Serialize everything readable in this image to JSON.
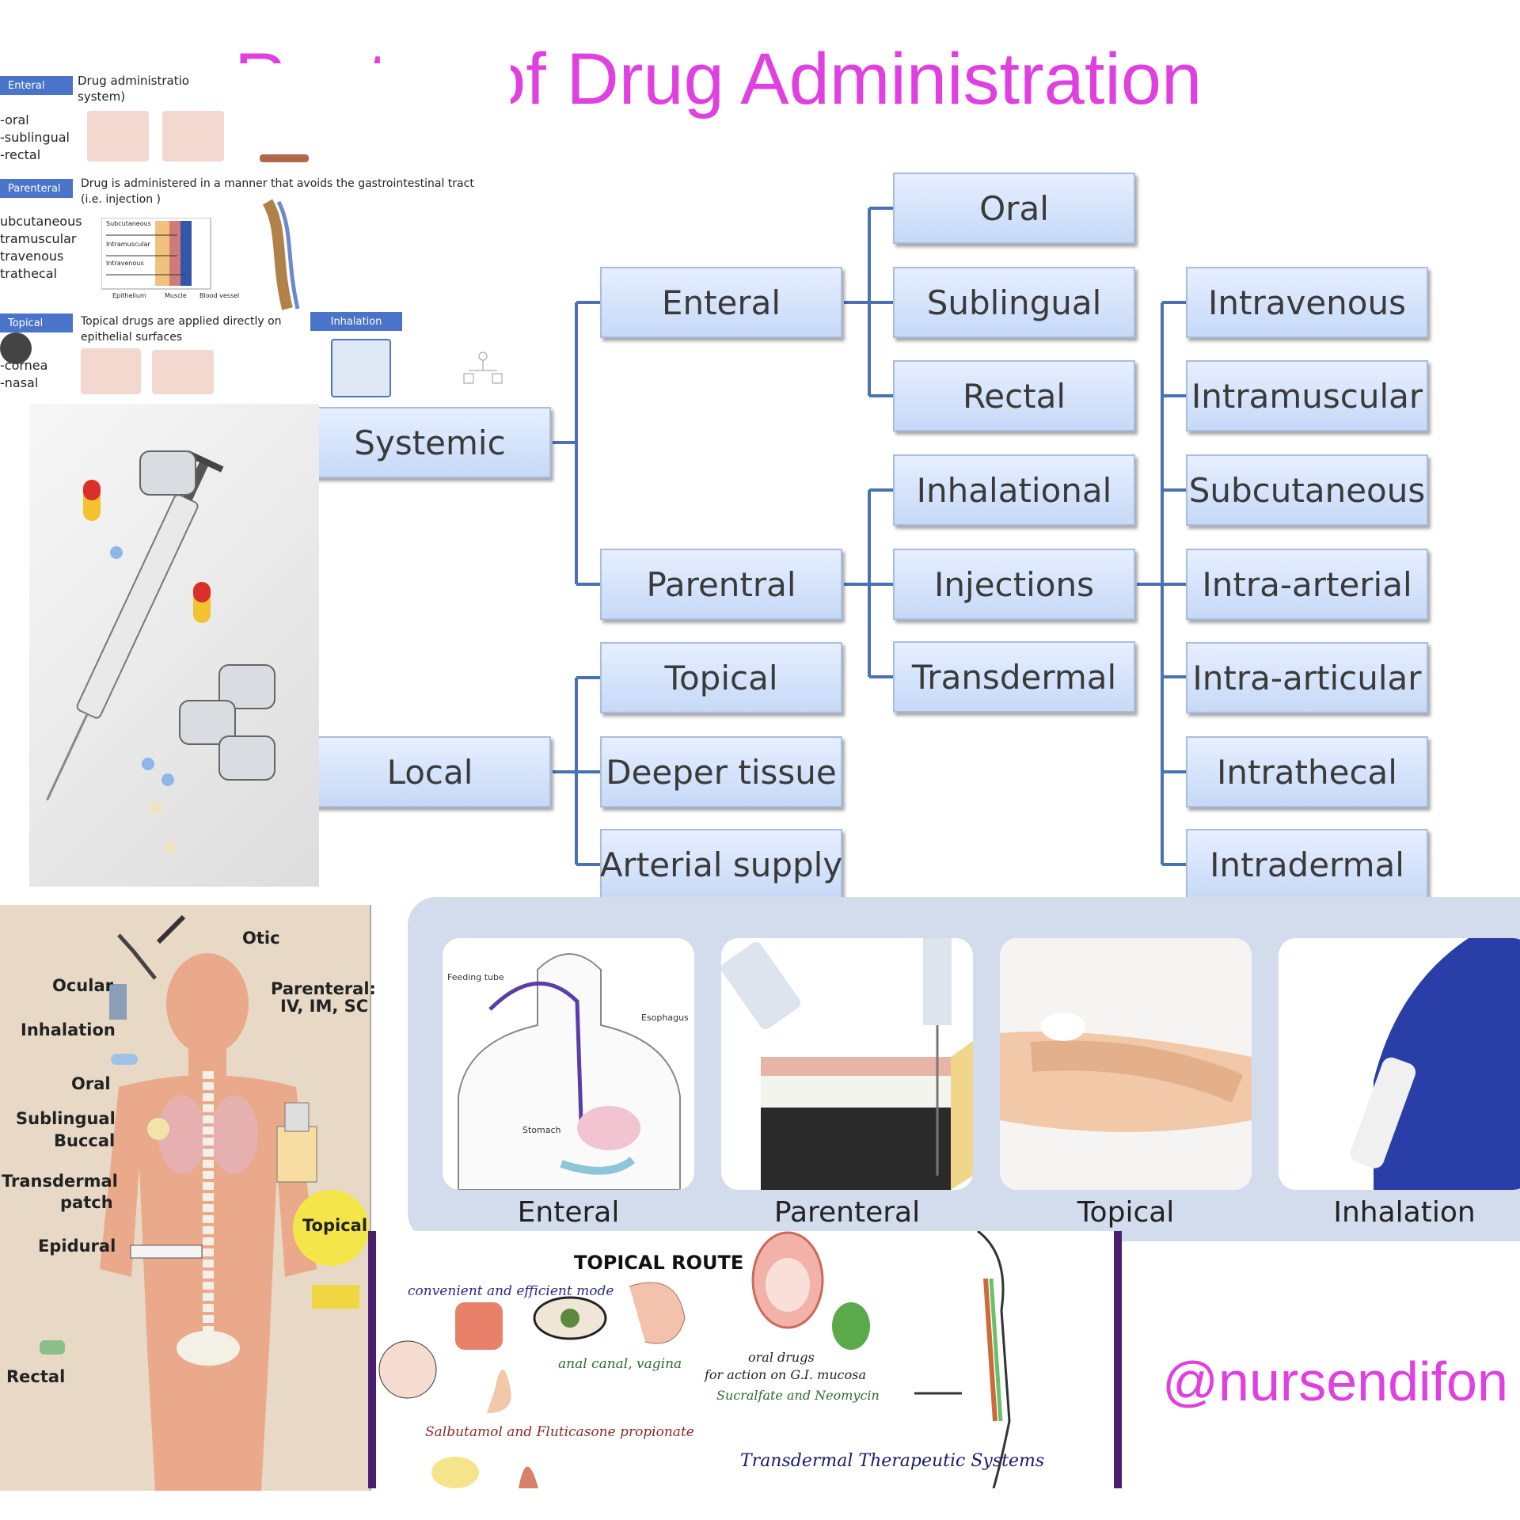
{
  "title": "Routes of Drug Administration",
  "handle": "@nursendifon",
  "tree": {
    "systemic": "Systemic",
    "local": "Local",
    "enteral": "Enteral",
    "parentral": "Parentral",
    "topical": "Topical",
    "deeper_tissue": "Deeper tissue",
    "arterial_supply": "Arterial supply",
    "oral": "Oral",
    "sublingual": "Sublingual",
    "rectal": "Rectal",
    "inhalational": "Inhalational",
    "injections": "Injections",
    "transdermal": "Transdermal",
    "intravenous": "Intravenous",
    "intramuscular": "Intramuscular",
    "subcutaneous": "Subcutaneous",
    "intra_arterial": "Intra-arterial",
    "intra_articular": "Intra-articular",
    "intrathecal": "Intrathecal",
    "intradermal": "Intradermal"
  },
  "slide": {
    "enteral_tag": "Enteral",
    "enteral_desc_1": "Drug administratio",
    "enteral_desc_2": "system)",
    "enteral_list": [
      "-oral",
      "-sublingual",
      "-rectal"
    ],
    "parenteral_tag": "Parenteral",
    "parenteral_desc_1": "Drug is administered in a manner that avoids the gastrointestinal tract",
    "parenteral_desc_2": "(i.e. injection )",
    "parenteral_list": [
      "ubcutaneous",
      "tramuscular",
      "travenous",
      "trathecal"
    ],
    "skin_labels": [
      "Subcutaneous",
      "Intramuscular",
      "Intravenous"
    ],
    "skin_bottom": [
      "Epithelium",
      "Muscle",
      "Blood vessel"
    ],
    "topical_tag": "Topical",
    "topical_desc_1": "Topical drugs are applied directly on",
    "topical_desc_2": "epithelial surfaces",
    "inhalation_tag": "Inhalation",
    "topical_list": [
      "-cornea",
      "-nasal"
    ]
  },
  "body_labels": {
    "otic": "Otic",
    "ocular": "Ocular",
    "inhalation": "Inhalation",
    "oral": "Oral",
    "sublingual": "Sublingual",
    "buccal": "Buccal",
    "transdermal": "Transdermal",
    "patch": "patch",
    "epidural": "Epidural",
    "rectal": "Rectal",
    "parenteral_1": "Parenteral:",
    "parenteral_2": "IV, IM, SC",
    "topical": "Topical"
  },
  "panel": {
    "captions": [
      "Enteral",
      "Parenteral",
      "Topical",
      "Inhalation"
    ],
    "feeding_tube": "Feeding tube",
    "esophagus": "Esophagus",
    "stomach": "Stomach"
  },
  "topical_route": {
    "heading": "TOPICAL ROUTE",
    "convenient": "convenient and efficient mode",
    "anal": "anal canal, vagina",
    "oral_drugs_1": "oral drugs",
    "oral_drugs_2": "for action on G.I. mucosa",
    "sucralfate": "Sucralfate and Neomycin",
    "salbutamol": "Salbutamol and Fluticasone propionate",
    "transdermal_sys": "Transdermal Therapeutic Systems"
  },
  "colors": {
    "title": "#e040e0",
    "tree_line": "#4a72b0",
    "node_top": "#e6efff",
    "node_bottom": "#c6d9f7",
    "panel_bg": "#d3dcec",
    "topical_border": "#4a1e6e"
  }
}
